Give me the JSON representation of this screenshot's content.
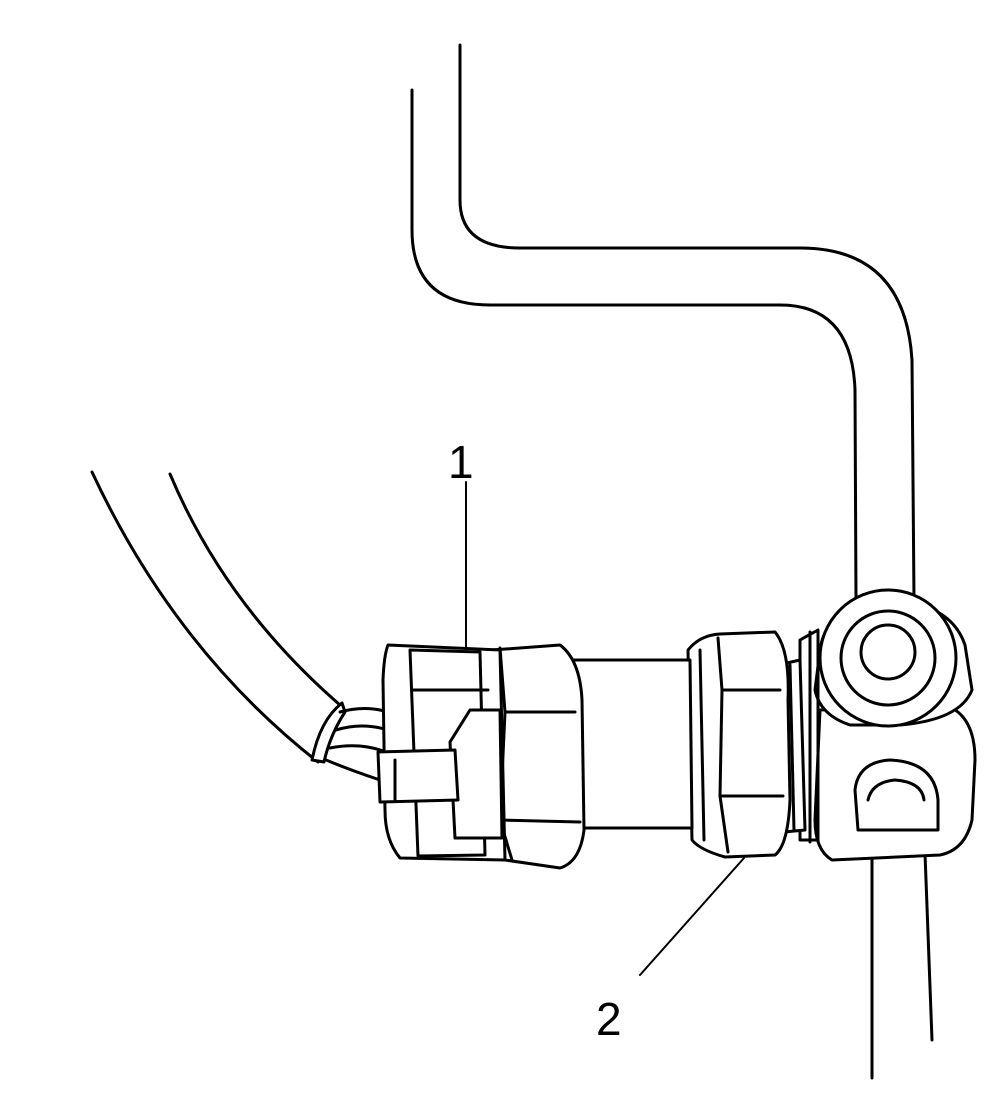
{
  "callouts": [
    {
      "id": "callout-1",
      "label": "1"
    },
    {
      "id": "callout-2",
      "label": "2"
    }
  ],
  "colors": {
    "line": "#000000",
    "background": "#ffffff"
  }
}
